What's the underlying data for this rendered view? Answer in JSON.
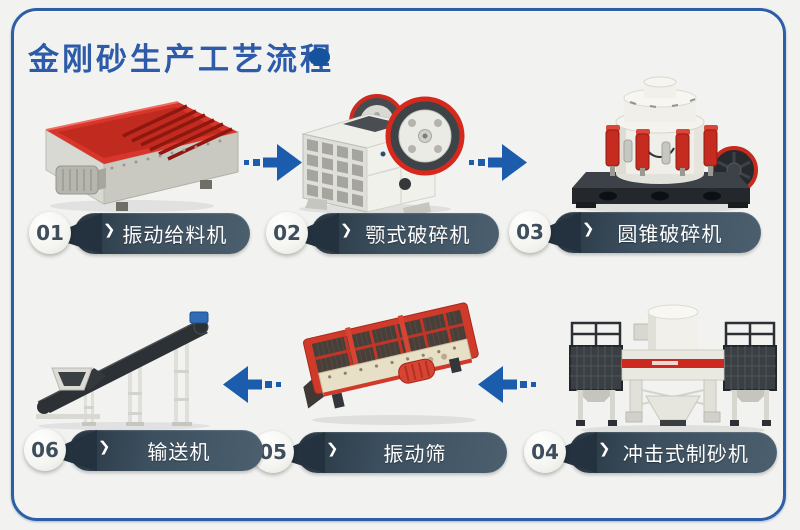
{
  "page": {
    "background": "#f2f3f1",
    "frame_border": "#2e5fa6"
  },
  "header": {
    "title": "金刚砂生产工艺流程",
    "dot_color": "#15539e"
  },
  "colors": {
    "title_blue": "#2d5ba9",
    "arrow_blue": "#1c5cad",
    "pill_dark": "#26343f",
    "pill_light": "#4c5f6f",
    "step_number": "#3f4e5c",
    "accent_red": "#d6281c"
  },
  "chevron": "❯",
  "steps": [
    {
      "num": "01",
      "label": "振动给料机",
      "machine": "vibrating-feeder"
    },
    {
      "num": "02",
      "label": "颚式破碎机",
      "machine": "jaw-crusher"
    },
    {
      "num": "03",
      "label": "圆锥破碎机",
      "machine": "cone-crusher"
    },
    {
      "num": "04",
      "label": "冲击式制砂机",
      "machine": "impact-sand-maker"
    },
    {
      "num": "05",
      "label": "振动筛",
      "machine": "vibrating-screen"
    },
    {
      "num": "06",
      "label": "输送机",
      "machine": "belt-conveyor"
    }
  ],
  "arrows": [
    {
      "name": "arrow-right-icon",
      "direction": "right",
      "between": "01-02"
    },
    {
      "name": "arrow-right-icon",
      "direction": "right",
      "between": "02-03"
    },
    {
      "name": "arrow-left-icon",
      "direction": "left",
      "between": "04-05"
    },
    {
      "name": "arrow-left-icon",
      "direction": "left",
      "between": "05-06"
    }
  ]
}
